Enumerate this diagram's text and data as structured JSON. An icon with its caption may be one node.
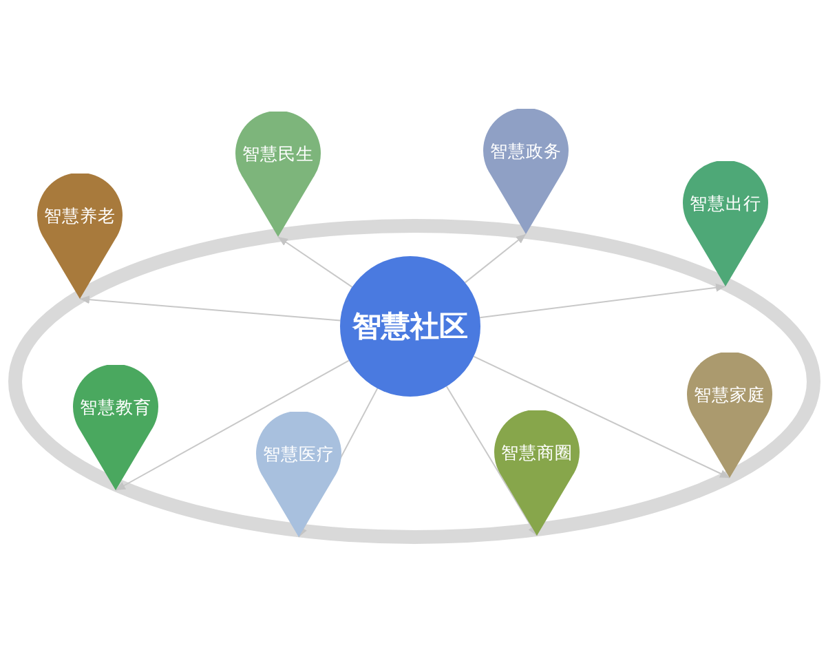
{
  "diagram": {
    "nodes": [
      {
        "text": [
          "智慧社区"
        ]
      },
      {
        "text": [
          "智慧养老"
        ]
      },
      {
        "text": [
          "智慧民生"
        ]
      },
      {
        "text": [
          "智慧政务"
        ]
      },
      {
        "text": [
          "智慧出行"
        ]
      },
      {
        "text": [
          "智慧教育"
        ]
      },
      {
        "text": [
          "智慧医疗"
        ]
      },
      {
        "text": [
          "智慧商圈"
        ]
      },
      {
        "text": [
          "智慧家庭"
        ]
      }
    ],
    "edges": [
      {
        "from": 0,
        "to": 1,
        "arrow": "to"
      },
      {
        "from": 0,
        "to": 2,
        "arrow": "to"
      },
      {
        "from": 0,
        "to": 3,
        "arrow": "to"
      },
      {
        "from": 0,
        "to": 4,
        "arrow": "to"
      },
      {
        "from": 0,
        "to": 5,
        "arrow": "to"
      },
      {
        "from": 0,
        "to": 6,
        "arrow": "to"
      },
      {
        "from": 0,
        "to": 7,
        "arrow": "to"
      },
      {
        "from": 0,
        "to": 8,
        "arrow": "to"
      }
    ]
  }
}
